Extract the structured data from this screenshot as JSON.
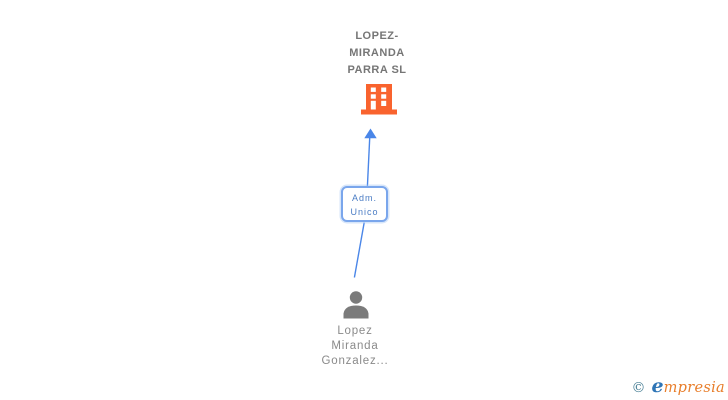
{
  "diagram": {
    "company_node": {
      "name": "LOPEZ-MIRANDA PARRA SL",
      "line1": "LOPEZ-",
      "line2": "MIRANDA",
      "line3": "PARRA SL",
      "icon": "building-icon"
    },
    "relationship": {
      "full_label": "Adm. Unico",
      "line1": "Adm.",
      "line2": "Unico",
      "icon": "arrow-up-icon"
    },
    "person_node": {
      "name": "Lopez Miranda Gonzalez...",
      "line1": "Lopez",
      "line2": "Miranda",
      "line3": "Gonzalez...",
      "icon": "person-icon"
    }
  },
  "footer": {
    "logo_copyright": "©",
    "logo_brand_initial": "e",
    "logo_brand_rest": "mpresia",
    "logo_brand_full": "empresia"
  },
  "colors": {
    "building_orange": "#F9632E",
    "connector_blue": "#4A86E8",
    "label_border_blue": "#7AA6EC",
    "label_text_blue": "#4A7CC4",
    "person_gray": "#7B7B7B",
    "company_text_gray": "#767676",
    "person_text_gray": "#8A8A8A",
    "logo_copyright_teal": "#4A8096",
    "logo_e_blue": "#2E75B6",
    "logo_rest_orange": "#E87E2B"
  }
}
